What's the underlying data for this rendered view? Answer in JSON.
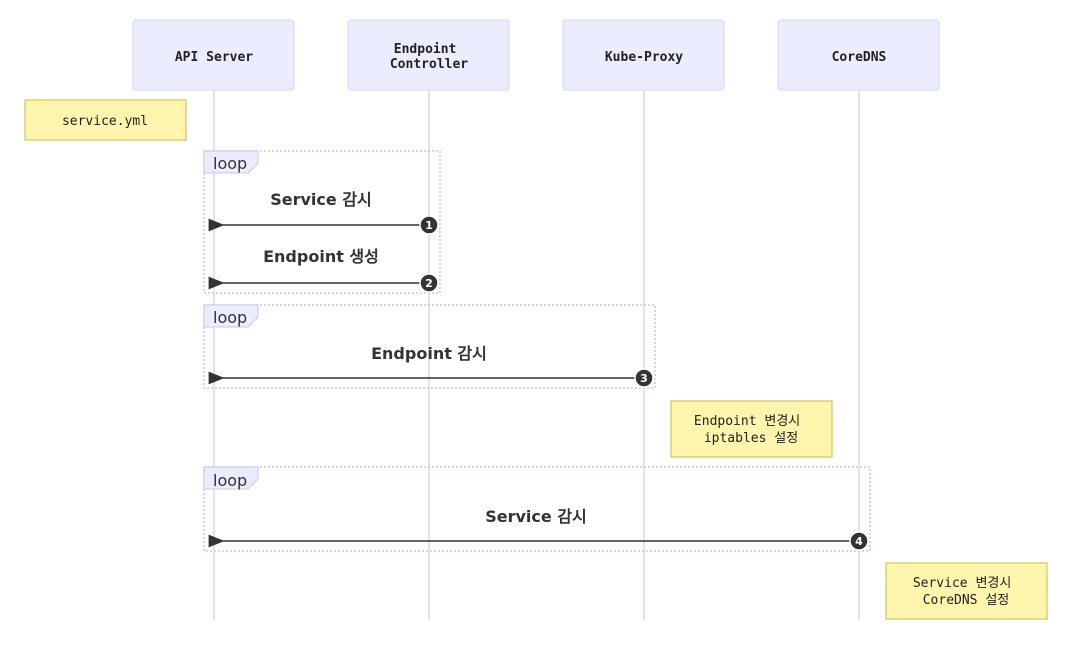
{
  "actors": [
    {
      "name": "API Server"
    },
    {
      "name": "Endpoint\nController"
    },
    {
      "name": "Kube-Proxy"
    },
    {
      "name": "CoreDNS"
    }
  ],
  "loops": [
    {
      "label": "loop"
    },
    {
      "label": "loop"
    },
    {
      "label": "loop"
    }
  ],
  "messages": [
    {
      "seq": "1",
      "text": "Service 감시"
    },
    {
      "seq": "2",
      "text": "Endpoint 생성"
    },
    {
      "seq": "3",
      "text": "Endpoint 감시"
    },
    {
      "seq": "4",
      "text": "Service 감시"
    }
  ],
  "notes": [
    {
      "text": "service.yml"
    },
    {
      "text": "Endpoint 변경시\niptables 설정"
    },
    {
      "text": "Service 변경시\nCoreDNS 설정"
    }
  ],
  "colors": {
    "actor_fill": "#ECECFF",
    "note_fill": "#fff5ad",
    "arrow": "#333333"
  }
}
